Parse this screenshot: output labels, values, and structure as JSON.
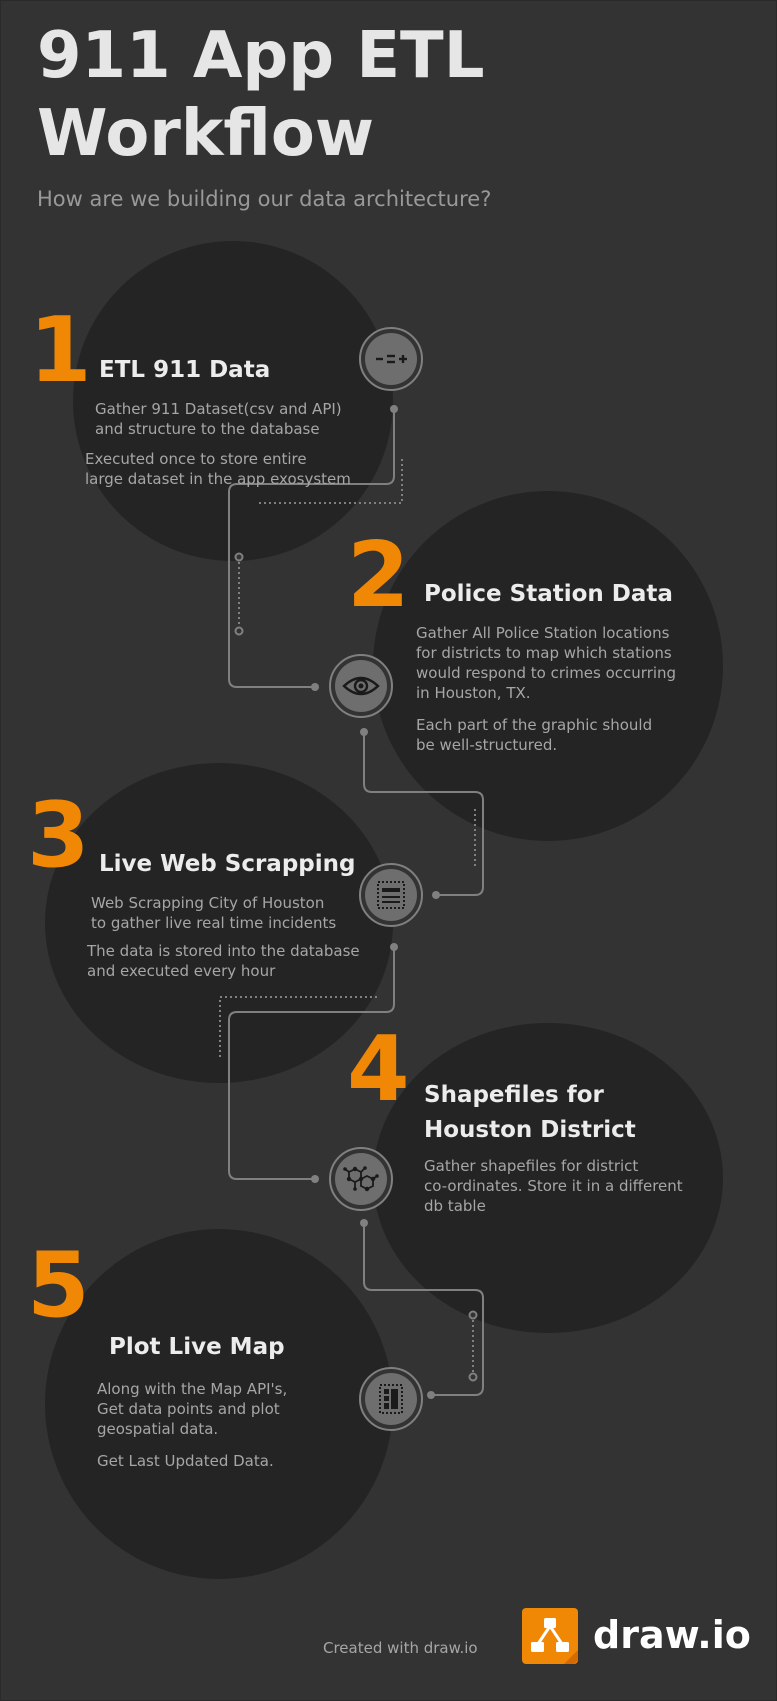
{
  "header": {
    "title": "911 App ETL Workflow",
    "subtitle": "How are we building our data architecture?"
  },
  "steps": [
    {
      "number": "1",
      "title": "ETL 911 Data",
      "body": [
        "Gather 911 Dataset(csv and API)\nand structure to the database",
        "Executed once to store entire\nlarge dataset in the app exosystem"
      ],
      "icon": "equation-icon"
    },
    {
      "number": "2",
      "title": "Police Station Data",
      "body": [
        "Gather All Police Station locations\nfor districts to map which stations\nwould respond to crimes occurring\nin Houston, TX.",
        "Each part of the graphic should\nbe well-structured."
      ],
      "icon": "eye-icon"
    },
    {
      "number": "3",
      "title": "Live Web Scrapping",
      "body": [
        "Web Scrapping City of Houston\nto gather live real time incidents",
        "The data is stored into the database\nand executed every hour"
      ],
      "icon": "browser-window-icon"
    },
    {
      "number": "4",
      "title": "Shapefiles for\nHouston District",
      "body": [
        "Gather shapefiles for district\nco-ordinates. Store it in a different\ndb table"
      ],
      "icon": "hexagon-network-icon"
    },
    {
      "number": "5",
      "title": "Plot Live Map",
      "body": [
        "Along with the Map API's,\nGet data points and plot\ngeospatial data.",
        "Get Last Updated Data."
      ],
      "icon": "layout-grid-icon"
    }
  ],
  "footer": {
    "created_with": "Created with draw.io",
    "logo_text": "draw.io"
  },
  "colors": {
    "background": "#333333",
    "circle": "#242424",
    "accent": "#f08705",
    "title": "#e6e6e6",
    "body": "#a6a6a6"
  }
}
